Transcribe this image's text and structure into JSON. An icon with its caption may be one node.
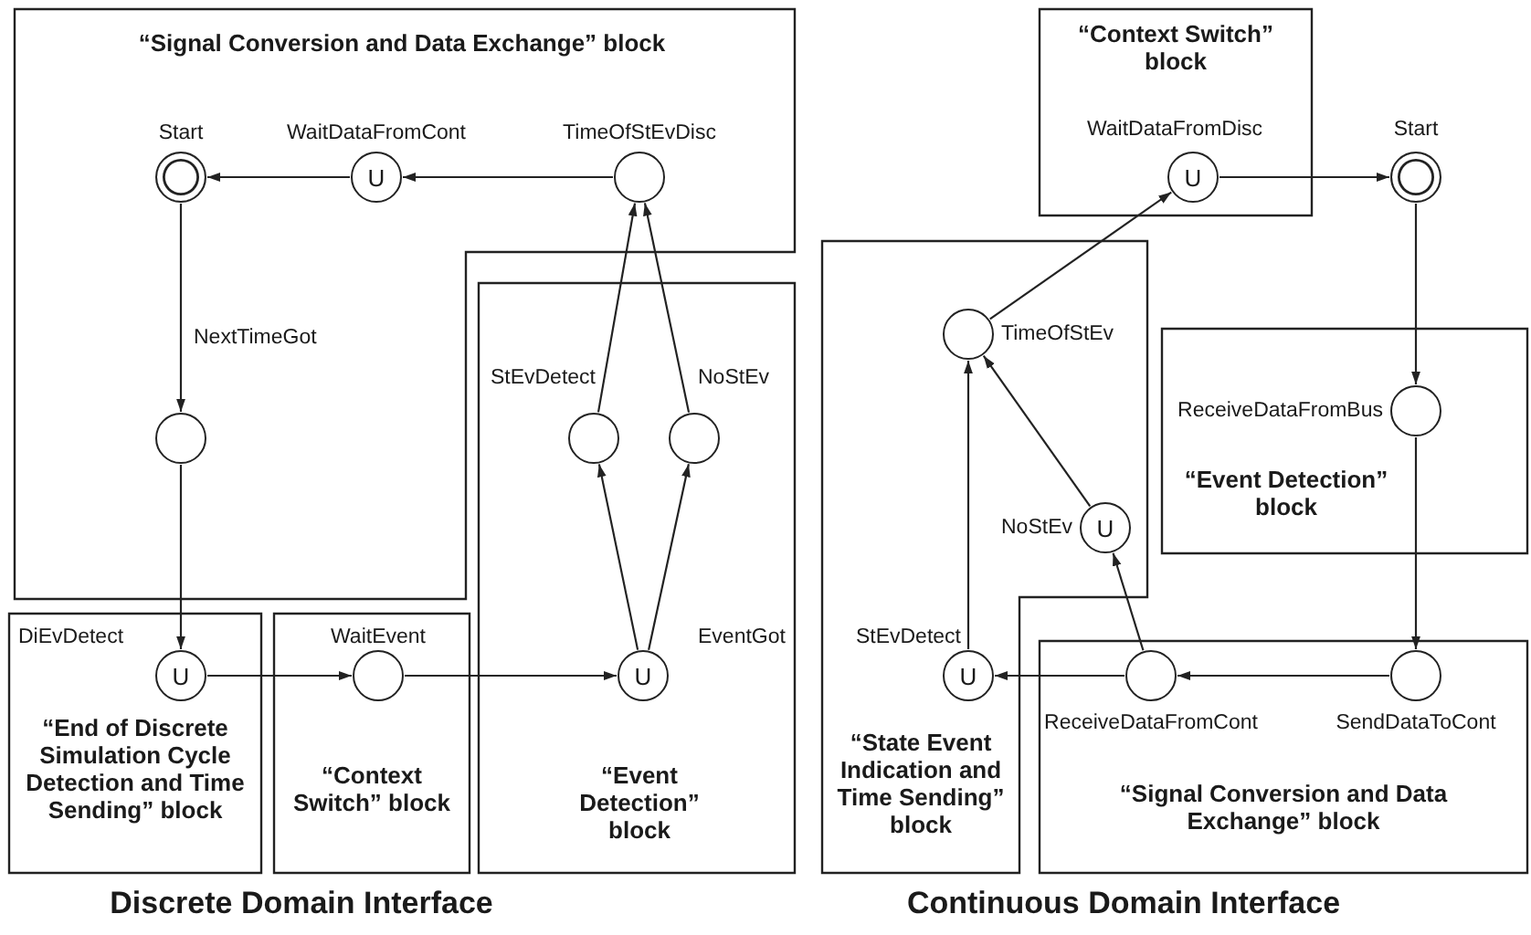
{
  "diagram": {
    "nodes": [
      {
        "text": [
          "“Signal Conversion and Data Exchange” block"
        ]
      },
      {
        "text": [],
        "shape": "circle",
        "beside": [
          "Start"
        ],
        "in": 0
      },
      {
        "text": [
          "U"
        ],
        "beside": [
          "WaitDataFromCont"
        ],
        "in": 0
      },
      {
        "text": [],
        "shape": "circle",
        "beside": [
          "TimeOfStEvDisc"
        ],
        "in": 0
      },
      {
        "text": [],
        "shape": "circle",
        "beside": [
          "NextTimeGot"
        ],
        "in": 0
      },
      {
        "text": [
          "“Event Detection” block"
        ]
      },
      {
        "text": [],
        "shape": "circle",
        "beside": [
          "StEvDetect"
        ],
        "in": 5
      },
      {
        "text": [],
        "shape": "circle",
        "beside": [
          "NoStEv"
        ],
        "in": 5
      },
      {
        "text": [
          "“End of Discrete Simulation Cycle Detection and Time Sending” block"
        ]
      },
      {
        "text": [
          "U"
        ],
        "beside": [
          "DiEvDetect"
        ],
        "in": 8
      },
      {
        "text": [
          "“Context Switch” block"
        ]
      },
      {
        "text": [],
        "shape": "circle",
        "beside": [
          "WaitEvent"
        ],
        "in": 10
      },
      {
        "text": [
          "U"
        ],
        "beside": [
          "EventGot"
        ],
        "in": 5
      },
      {
        "text": [
          "“Context Switch” block"
        ]
      },
      {
        "text": [
          "U"
        ],
        "beside": [
          "WaitDataFromDisc"
        ],
        "in": 13
      },
      {
        "text": [],
        "shape": "circle",
        "beside": [
          "Start"
        ]
      },
      {
        "text": [
          "“State Event Indication and Time Sending” block"
        ]
      },
      {
        "text": [],
        "shape": "circle",
        "beside": [
          "TimeOfStEv"
        ],
        "in": 16
      },
      {
        "text": [
          "“Event Detection” block"
        ]
      },
      {
        "text": [],
        "shape": "circle",
        "beside": [
          "ReceiveDataFromBus"
        ],
        "in": 18
      },
      {
        "text": [
          "U"
        ],
        "beside": [
          "NoStEv"
        ],
        "in": 16
      },
      {
        "text": [
          "U"
        ],
        "beside": [
          "StEvDetect"
        ],
        "in": 16
      },
      {
        "text": [
          "“Signal Conversion and Data Exchange” block"
        ]
      },
      {
        "text": [],
        "shape": "circle",
        "beside": [
          "ReceiveDataFromCont"
        ],
        "in": 22
      },
      {
        "text": [],
        "shape": "circle",
        "beside": [
          "SendDataToCont"
        ],
        "in": 22
      }
    ],
    "edges": [
      {
        "from": 3,
        "to": 2,
        "arrow": "to"
      },
      {
        "from": 2,
        "to": 1,
        "arrow": "to"
      },
      {
        "from": 1,
        "to": 4,
        "arrow": "to"
      },
      {
        "from": 4,
        "to": 9,
        "arrow": "to"
      },
      {
        "from": 9,
        "to": 11,
        "arrow": "to"
      },
      {
        "from": 11,
        "to": 12,
        "arrow": "to"
      },
      {
        "from": 12,
        "to": 6,
        "arrow": "to"
      },
      {
        "from": 12,
        "to": 7,
        "arrow": "to"
      },
      {
        "from": 6,
        "to": 3,
        "arrow": "to"
      },
      {
        "from": 7,
        "to": 3,
        "arrow": "to"
      },
      {
        "from": 17,
        "to": 14,
        "arrow": "to"
      },
      {
        "from": 14,
        "to": 15,
        "arrow": "to"
      },
      {
        "from": 15,
        "to": 19,
        "arrow": "to"
      },
      {
        "from": 19,
        "to": 24,
        "arrow": "to"
      },
      {
        "from": 24,
        "to": 23,
        "arrow": "to"
      },
      {
        "from": 23,
        "to": 21,
        "arrow": "to"
      },
      {
        "from": 23,
        "to": 20,
        "arrow": "to"
      },
      {
        "from": 21,
        "to": 17,
        "arrow": "to"
      },
      {
        "from": 20,
        "to": 17,
        "arrow": "to"
      }
    ],
    "labels": [
      "Discrete Domain Interface",
      "Continuous Domain Interface"
    ]
  }
}
